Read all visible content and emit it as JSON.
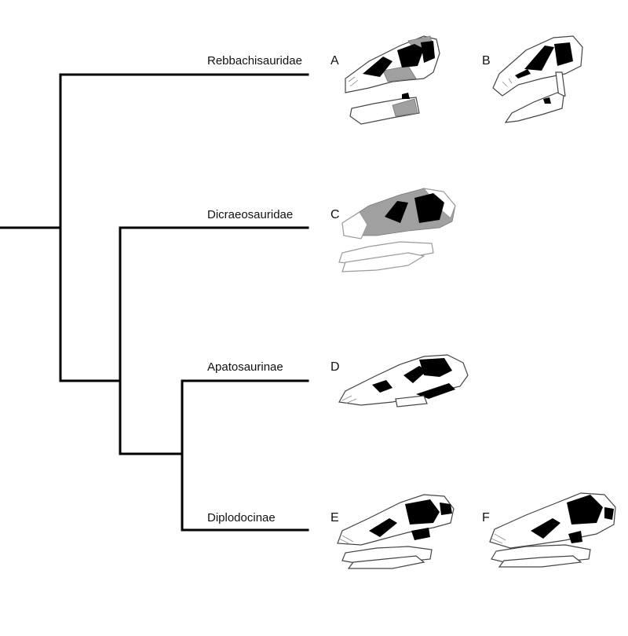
{
  "tree": {
    "clades": [
      {
        "name": "Rebbachisauridae"
      },
      {
        "name": "Dicraeosauridae"
      },
      {
        "name": "Apatosaurinae"
      },
      {
        "name": "Diplodocinae"
      }
    ]
  },
  "panels": [
    "A",
    "B",
    "C",
    "D",
    "E",
    "F"
  ],
  "colors": {
    "line": "#000000",
    "fenestra": "#000000",
    "reconstructed": "#a0a0a0",
    "background": "#ffffff"
  },
  "icons": [
    "skull-drawing"
  ]
}
